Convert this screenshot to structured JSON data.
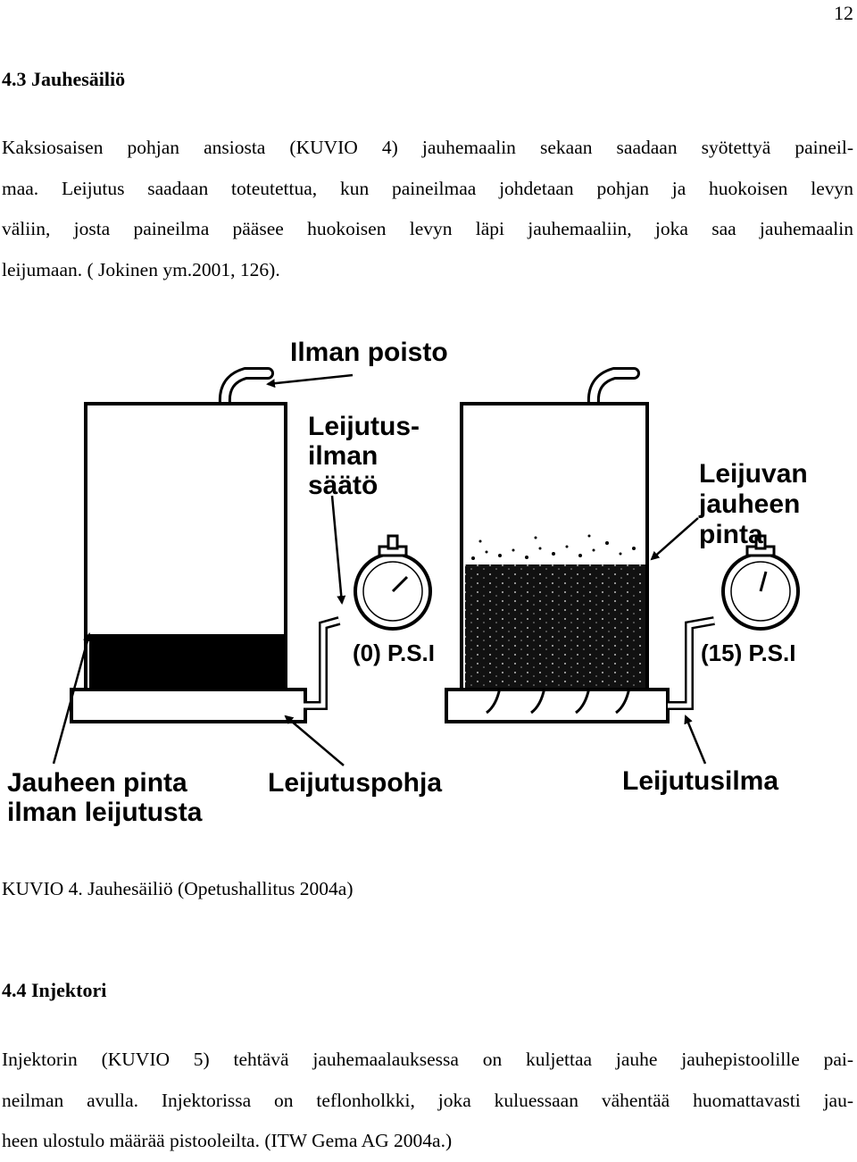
{
  "page_number": "12",
  "section_4_3": {
    "heading": "4.3 Jauhesäiliö",
    "paragraph_lines": [
      "Kaksiosaisen pohjan ansiosta (KUVIO 4) jauhemaalin sekaan saadaan syötettyä paineil-",
      "maa. Leijutus saadaan toteutettua, kun paineilmaa johdetaan pohjan ja huokoisen levyn",
      "väliin, josta paineilma pääsee huokoisen levyn läpi jauhemaaliin, joka saa jauhemaalin",
      "leijumaan. ( Jokinen ym.2001, 126)."
    ]
  },
  "figure": {
    "labels": {
      "ilman_poisto": "Ilman poisto",
      "leijutus_ilman_saato": [
        "Leijutus-",
        "ilman",
        "säätö"
      ],
      "leijuvan_jauheen_pinta": [
        "Leijuvan",
        "jauheen",
        "pinta"
      ],
      "psi_left": "(0) P.S.I",
      "psi_right": "(15) P.S.I",
      "jauheen_pinta_ilman_leijutusta": [
        "Jauheen pinta",
        "ilman leijutusta"
      ],
      "leijutuspohja": "Leijutuspohja",
      "leijutusilma": "Leijutusilma"
    },
    "caption": "KUVIO 4. Jauhesäiliö (Opetushallitus 2004a)"
  },
  "section_4_4": {
    "heading": "4.4 Injektori",
    "paragraph_lines": [
      "Injektorin (KUVIO 5) tehtävä jauhemaalauksessa on kuljettaa jauhe jauhepistoolille pai-",
      "neilman avulla. Injektorissa on teflonholkki, joka kuluessaan vähentää huomattavasti jau-",
      "heen ulostulo määrää pistooleilta. (ITW Gema AG 2004a.)"
    ]
  }
}
